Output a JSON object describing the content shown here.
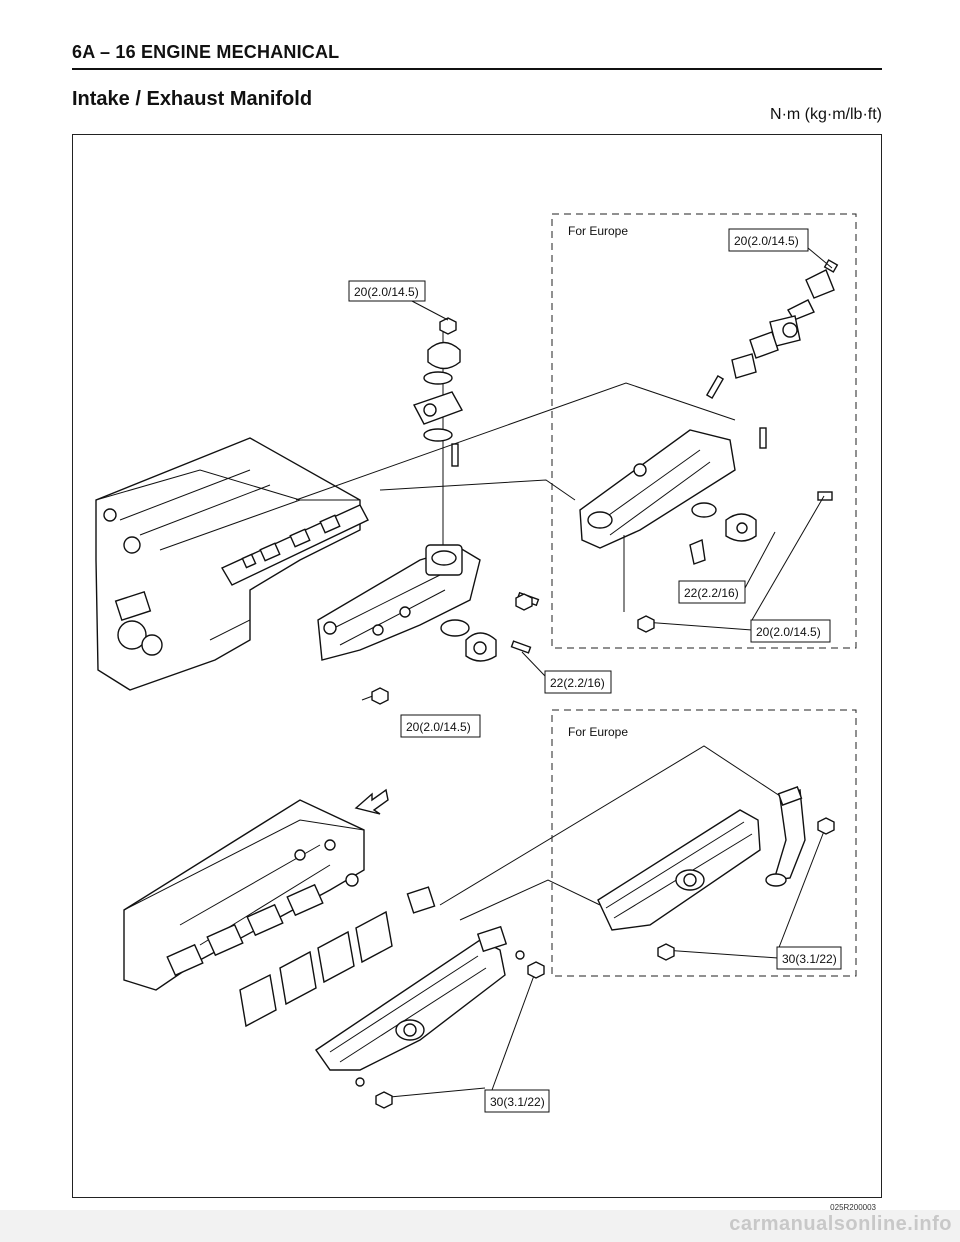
{
  "header": {
    "section": "6A – 16  ENGINE MECHANICAL"
  },
  "page": {
    "title": "Intake / Exhaust Manifold",
    "units": "N·m (kg·m/lb·ft)"
  },
  "figure": {
    "code": "025R200003",
    "notes": {
      "europe_upper": "For Europe",
      "europe_lower": "For Europe"
    },
    "torque_labels": {
      "egr_valve_nut": "20(2.0/14.5)",
      "europe_egr_nut": "20(2.0/14.5)",
      "europe_bolt": "22(2.2/16)",
      "europe_manifold_bolt": "20(2.0/14.5)",
      "egr_bolt": "22(2.2/16)",
      "intake_manifold_nut": "20(2.0/14.5)",
      "europe_exhaust_nut": "30(3.1/22)",
      "exhaust_manifold_nut": "30(3.1/22)"
    },
    "icons": [
      "front-direction-arrow-icon"
    ]
  },
  "footer": {
    "watermark": "carmanualsonline.info"
  }
}
